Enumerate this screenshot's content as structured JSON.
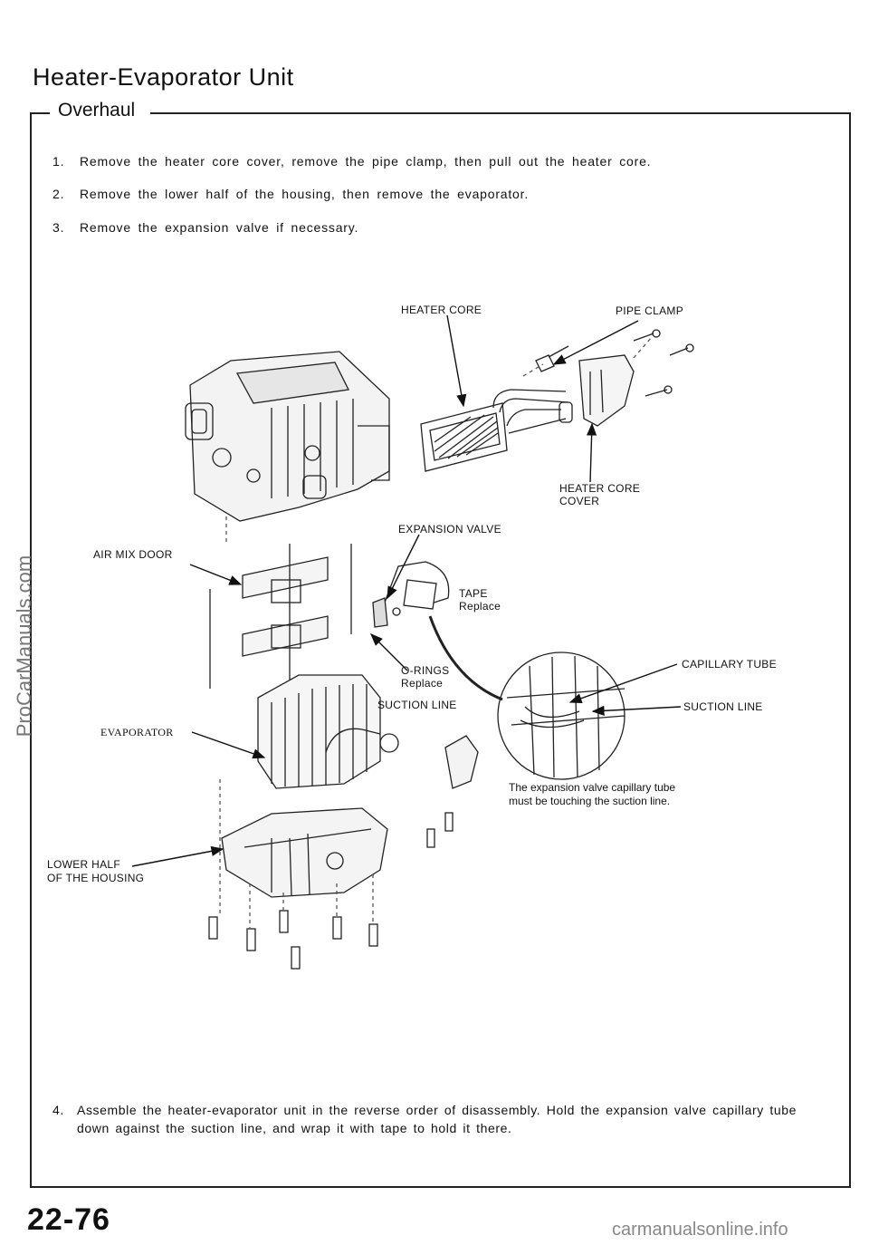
{
  "page": {
    "title": "Heater-Evaporator Unit",
    "section": "Overhaul",
    "page_number": "22-76"
  },
  "steps": [
    {
      "num": "1.",
      "text": "Remove the heater core cover, remove the pipe clamp, then pull out the heater core."
    },
    {
      "num": "2.",
      "text": "Remove the lower half of the housing, then remove the evaporator."
    },
    {
      "num": "3.",
      "text": "Remove the expansion valve if necessary."
    },
    {
      "num": "4.",
      "text": "Assemble the heater-evaporator unit in the reverse order of disassembly. Hold the expansion valve capillary tube down against the suction line, and wrap it with tape to hold it there."
    }
  ],
  "labels": {
    "heater_core": "HEATER CORE",
    "pipe_clamp": "PIPE CLAMP",
    "heater_core_cover_1": "HEATER CORE",
    "heater_core_cover_2": "COVER",
    "expansion_valve": "EXPANSION VALVE",
    "air_mix_door": "AIR MIX DOOR",
    "tape_1": "TAPE",
    "tape_2": "Replace",
    "orings_1": "O-RINGS",
    "orings_2": "Replace",
    "suction_line": "SUCTION LINE",
    "capillary_tube": "CAPILLARY TUBE",
    "suction_line_detail": "SUCTION LINE",
    "evaporator": "EVAPORATOR",
    "lower_half_1": "LOWER HALF",
    "lower_half_2": "OF THE HOUSING",
    "note_1": "The expansion valve capillary tube",
    "note_2": "must be touching the suction line."
  },
  "watermarks": {
    "left": "ProCarManuals.com",
    "bottom": "carmanualsonline.info"
  }
}
